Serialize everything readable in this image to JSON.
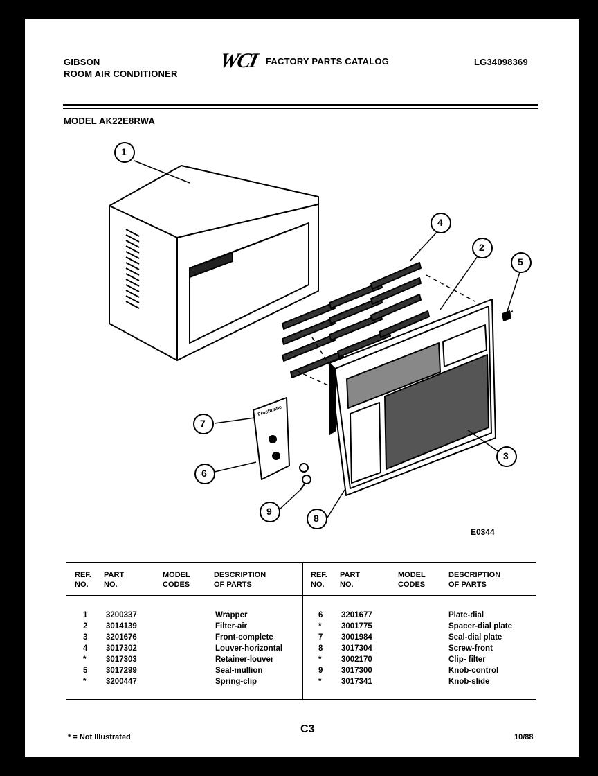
{
  "header": {
    "brand": "GIBSON",
    "product": "ROOM AIR CONDITIONER",
    "logo_text": "WCI",
    "catalog_title": "FACTORY PARTS CATALOG",
    "catalog_number": "LG34098369",
    "model": "MODEL AK22E8RWA"
  },
  "diagram": {
    "code": "E0344",
    "callouts": [
      "1",
      "2",
      "3",
      "4",
      "5",
      "6",
      "7",
      "8",
      "9"
    ],
    "dial_label": "Frostmatic"
  },
  "table": {
    "headers": {
      "ref": [
        "REF.",
        "NO."
      ],
      "part": [
        "PART",
        "NO."
      ],
      "model": [
        "MODEL",
        "CODES"
      ],
      "desc": [
        "DESCRIPTION",
        "OF PARTS"
      ]
    },
    "left_rows": [
      {
        "ref": "1",
        "part": "3200337",
        "code": "",
        "desc": "Wrapper"
      },
      {
        "ref": "2",
        "part": "3014139",
        "code": "",
        "desc": "Filter-air"
      },
      {
        "ref": "3",
        "part": "3201676",
        "code": "",
        "desc": "Front-complete"
      },
      {
        "ref": "4",
        "part": "3017302",
        "code": "",
        "desc": "Louver-horizontal"
      },
      {
        "ref": "*",
        "part": "3017303",
        "code": "",
        "desc": "Retainer-louver"
      },
      {
        "ref": "5",
        "part": "3017299",
        "code": "",
        "desc": "Seal-mullion"
      },
      {
        "ref": "*",
        "part": "3200447",
        "code": "",
        "desc": "Spring-clip"
      }
    ],
    "right_rows": [
      {
        "ref": "6",
        "part": "3201677",
        "code": "",
        "desc": "Plate-dial"
      },
      {
        "ref": "*",
        "part": "3001775",
        "code": "",
        "desc": "Spacer-dial plate"
      },
      {
        "ref": "7",
        "part": "3001984",
        "code": "",
        "desc": "Seal-dial plate"
      },
      {
        "ref": "8",
        "part": "3017304",
        "code": "",
        "desc": "Screw-front"
      },
      {
        "ref": "*",
        "part": "3002170",
        "code": "",
        "desc": "Clip- filter"
      },
      {
        "ref": "9",
        "part": "3017300",
        "code": "",
        "desc": "Knob-control"
      },
      {
        "ref": "*",
        "part": "3017341",
        "code": "",
        "desc": "Knob-slide"
      }
    ]
  },
  "footer": {
    "note": "* = Not Illustrated",
    "page": "C3",
    "date": "10/88"
  }
}
